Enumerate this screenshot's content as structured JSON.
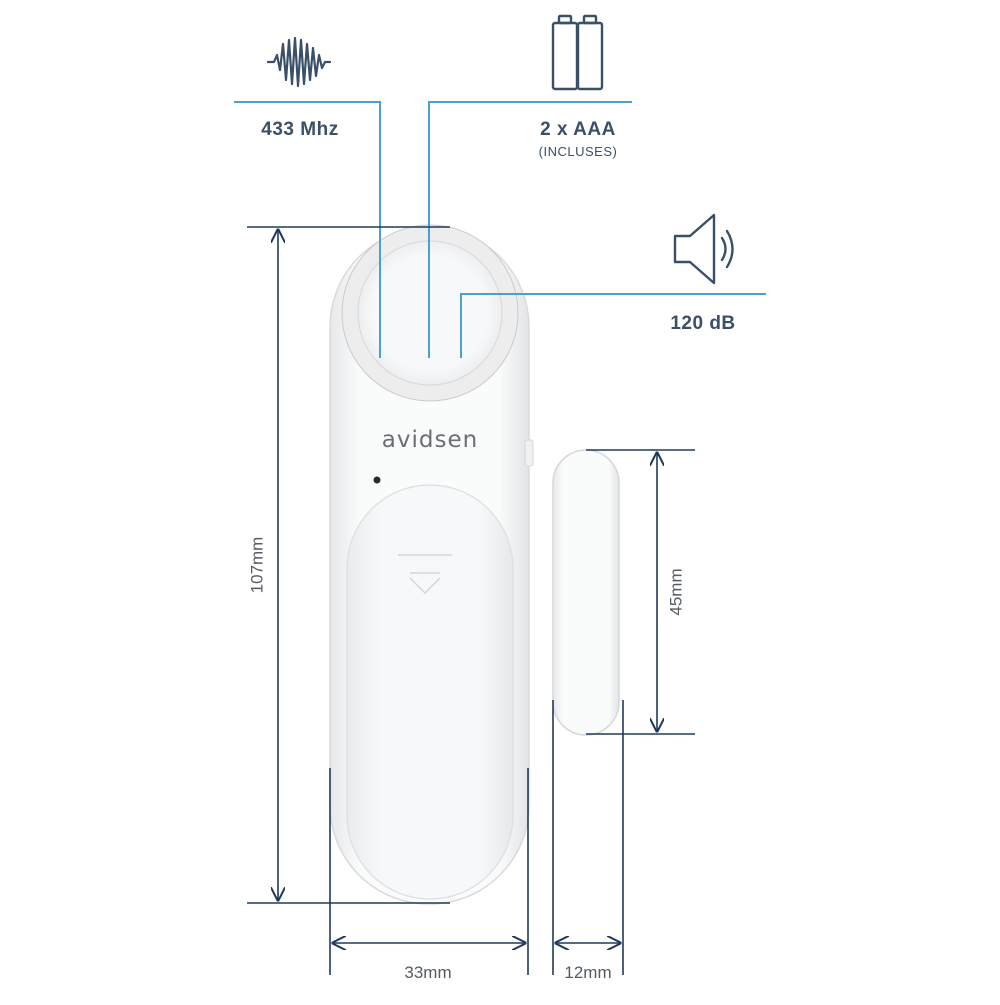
{
  "specs": {
    "frequency": "433 Mhz",
    "batteries": "2 x AAA",
    "batteries_note": "(INCLUSES)",
    "volume": "120 dB"
  },
  "device": {
    "brand": "avidsen"
  },
  "dimensions": {
    "main_height": "107mm",
    "main_width": "33mm",
    "magnet_height": "45mm",
    "magnet_width": "12mm"
  },
  "colors": {
    "callout_line": "#4a9fd6",
    "dimension_line": "#1f3a5c",
    "icon": "#3a5068",
    "label_text": "#3a5068",
    "device_body": "#f3f4f5"
  },
  "icons": [
    "sound-wave-icon",
    "battery-icon",
    "speaker-icon"
  ]
}
